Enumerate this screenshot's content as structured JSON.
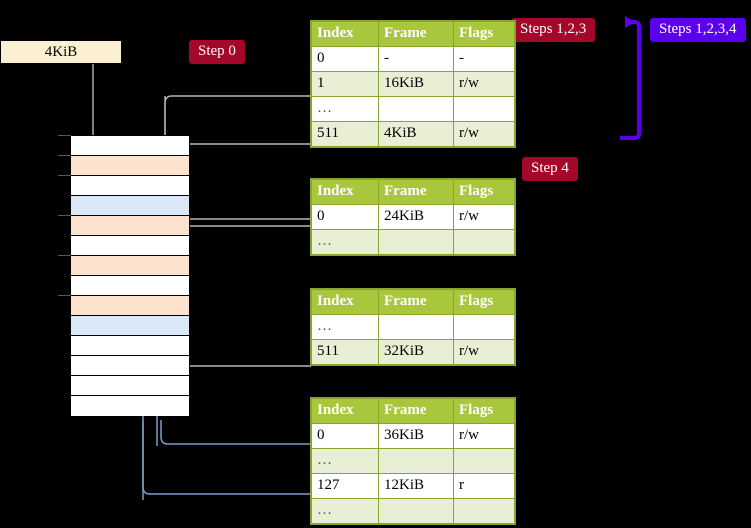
{
  "diagram": {
    "title_badges": {
      "step0": "Step 0",
      "step123": "Steps 1,2,3",
      "step1234": "Steps 1,2,3,4",
      "step4": "Step 4"
    },
    "colors": {
      "badge_red": "#a3082b",
      "badge_violet": "#5a00ee",
      "table_header_green": "#a9c73c",
      "table_alt_row": "#e9efd5",
      "highlight_yellow": "#fbf87a",
      "memory_orange": "#fde3cd",
      "memory_blue": "#dbe8f8",
      "kib_box_fill": "#fbf0d2",
      "gray_connector": "#b7b7b7",
      "blue_connector": "#7b9ec9"
    },
    "memory_box": {
      "label": "4KiB"
    },
    "memory_column": {
      "rows": [
        {
          "fill": "white"
        },
        {
          "fill": "orange"
        },
        {
          "fill": "white"
        },
        {
          "fill": "blue"
        },
        {
          "fill": "orange"
        },
        {
          "fill": "white"
        },
        {
          "fill": "orange"
        },
        {
          "fill": "white"
        },
        {
          "fill": "orange"
        },
        {
          "fill": "blue"
        },
        {
          "fill": "white"
        },
        {
          "fill": "white"
        },
        {
          "fill": "white"
        },
        {
          "fill": "white"
        }
      ]
    },
    "tables": [
      {
        "name": "page-table-level-1",
        "headers": [
          "Index",
          "Frame",
          "Flags"
        ],
        "rows": [
          {
            "cells": [
              "0",
              "-",
              "-"
            ],
            "alt": false,
            "highlight": []
          },
          {
            "cells": [
              "1",
              "16KiB",
              "r/w"
            ],
            "alt": true,
            "highlight": []
          },
          {
            "cells": [
              "…",
              "",
              ""
            ],
            "alt": false,
            "highlight": []
          },
          {
            "cells": [
              "511",
              "4KiB",
              "r/w"
            ],
            "alt": true,
            "highlight": [
              0,
              1,
              2
            ]
          }
        ]
      },
      {
        "name": "page-table-level-2",
        "headers": [
          "Index",
          "Frame",
          "Flags"
        ],
        "rows": [
          {
            "cells": [
              "0",
              "24KiB",
              "r/w"
            ],
            "alt": false,
            "highlight": []
          },
          {
            "cells": [
              "…",
              "",
              ""
            ],
            "alt": true,
            "highlight": []
          }
        ]
      },
      {
        "name": "page-table-level-3",
        "headers": [
          "Index",
          "Frame",
          "Flags"
        ],
        "rows": [
          {
            "cells": [
              "…",
              "",
              ""
            ],
            "alt": false,
            "highlight": []
          },
          {
            "cells": [
              "511",
              "32KiB",
              "r/w"
            ],
            "alt": true,
            "highlight": []
          }
        ]
      },
      {
        "name": "page-table-level-4",
        "headers": [
          "Index",
          "Frame",
          "Flags"
        ],
        "rows": [
          {
            "cells": [
              "0",
              "36KiB",
              "r/w"
            ],
            "alt": false,
            "highlight": []
          },
          {
            "cells": [
              "…",
              "",
              ""
            ],
            "alt": true,
            "highlight": []
          },
          {
            "cells": [
              "127",
              "12KiB",
              "r"
            ],
            "alt": false,
            "highlight": []
          },
          {
            "cells": [
              "…",
              "",
              ""
            ],
            "alt": true,
            "highlight": []
          }
        ]
      }
    ]
  }
}
